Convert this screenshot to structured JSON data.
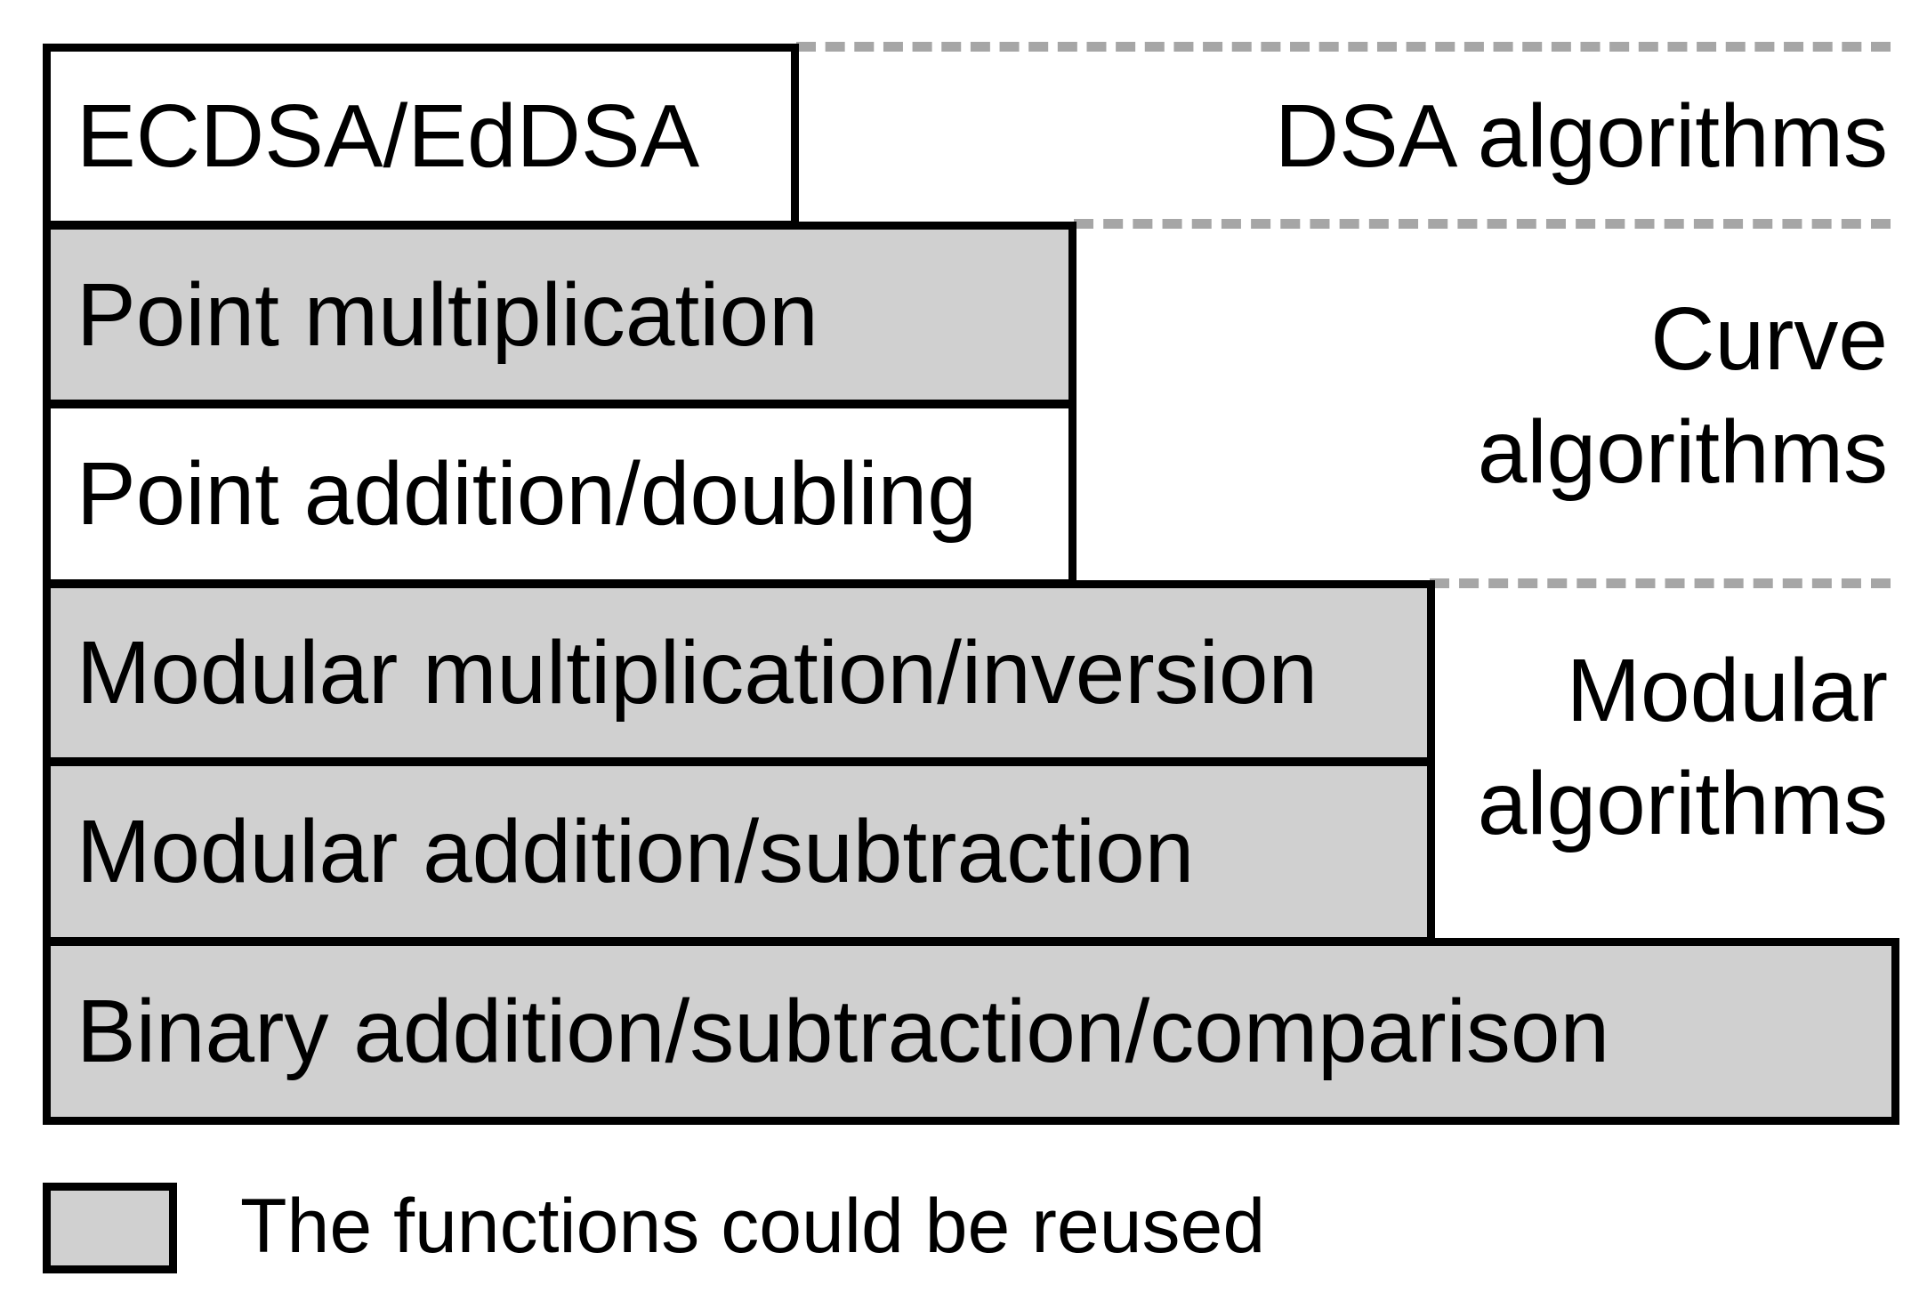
{
  "colors": {
    "reused_fill": "#d0d0d0",
    "plain_fill": "#ffffff",
    "border": "#000000",
    "dash": "#a6a6a6"
  },
  "layers": [
    {
      "label": "ECDSA/EdDSA",
      "reused": false
    },
    {
      "label": "Point multiplication",
      "reused": true
    },
    {
      "label": "Point addition/doubling",
      "reused": false
    },
    {
      "label": "Modular multiplication/inversion",
      "reused": true
    },
    {
      "label": "Modular addition/subtraction",
      "reused": true
    },
    {
      "label": "Binary addition/subtraction/comparison",
      "reused": true
    }
  ],
  "categories": [
    {
      "lines": [
        "DSA algorithms"
      ]
    },
    {
      "lines": [
        "Curve",
        "algorithms"
      ]
    },
    {
      "lines": [
        "Modular",
        "algorithms"
      ]
    }
  ],
  "legend": {
    "label": "The functions could be reused"
  }
}
